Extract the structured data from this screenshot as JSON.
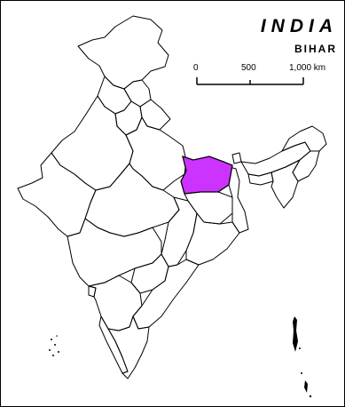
{
  "map": {
    "title": "INDIA",
    "subtitle": "BIHAR",
    "highlight_color": "#cc33ff",
    "outline_color": "#000000",
    "background_color": "#ffffff"
  },
  "scale": {
    "ticks": [
      "0",
      "500",
      "1,000 km"
    ]
  }
}
